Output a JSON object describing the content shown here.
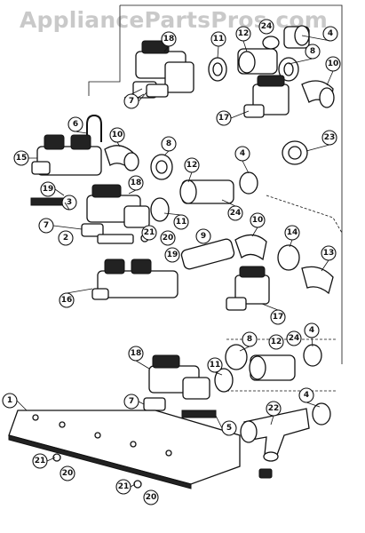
{
  "watermark": "AppliancePartsPros.com",
  "callouts": {
    "c1": "1",
    "c2": "2",
    "c3": "3",
    "c4a": "4",
    "c4b": "4",
    "c4c": "4",
    "c4d": "4",
    "c5": "5",
    "c6": "6",
    "c7a": "7",
    "c7b": "7",
    "c7c": "7",
    "c8a": "8",
    "c8b": "8",
    "c8c": "8",
    "c9": "9",
    "c10a": "10",
    "c10b": "10",
    "c10c": "10",
    "c11a": "11",
    "c11b": "11",
    "c11c": "11",
    "c12a": "12",
    "c12b": "12",
    "c12c": "12",
    "c13": "13",
    "c14": "14",
    "c15": "15",
    "c16": "16",
    "c17a": "17",
    "c17b": "17",
    "c18a": "18",
    "c18b": "18",
    "c18c": "18",
    "c19a": "19",
    "c19b": "19",
    "c20a": "20",
    "c20b": "20",
    "c20c": "20",
    "c21a": "21",
    "c21b": "21",
    "c21c": "21",
    "c22": "22",
    "c23": "23",
    "c24a": "24",
    "c24b": "24"
  }
}
